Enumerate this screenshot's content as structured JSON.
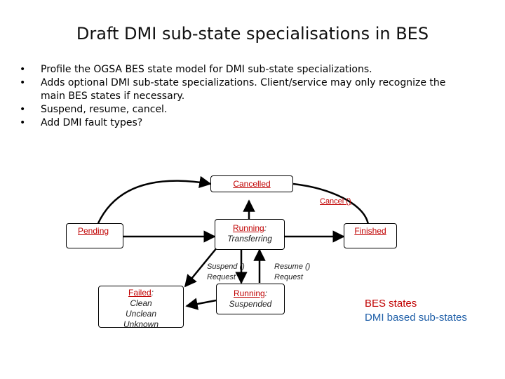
{
  "slide": {
    "title": "Draft DMI sub-state specialisations in BES",
    "bullets": [
      "Profile the OGSA BES state model for DMI sub-state specializations.",
      "Adds optional DMI sub-state specializations. Client/service may only recognize the main BES states if necessary.",
      "Suspend, resume, cancel.",
      "Add DMI fault types?"
    ],
    "bullet_glyph": "•"
  },
  "diagram": {
    "states": {
      "cancelled": {
        "label": "Cancelled"
      },
      "pending": {
        "label": "Pending"
      },
      "running_transferring": {
        "label": "Running",
        "sep": ":",
        "sub": "Transferring"
      },
      "finished": {
        "label": "Finished"
      },
      "failed": {
        "label": "Failed",
        "sep": ":",
        "subs": [
          "Clean",
          "Unclean",
          "Unknown"
        ]
      },
      "running_suspended": {
        "label": "Running",
        "sep": ":",
        "sub": "Suspended"
      }
    },
    "transitions": {
      "cancel": "Cancel ()",
      "suspend": [
        "Suspend ()",
        "Request"
      ],
      "resume": [
        "Resume ()",
        "Request"
      ]
    }
  },
  "legend": {
    "bes_states": "BES states",
    "dmi_substates": "DMI based sub-states"
  },
  "colors": {
    "bes_state": "#c00000",
    "dmi_substate": "#1f5fa8"
  }
}
